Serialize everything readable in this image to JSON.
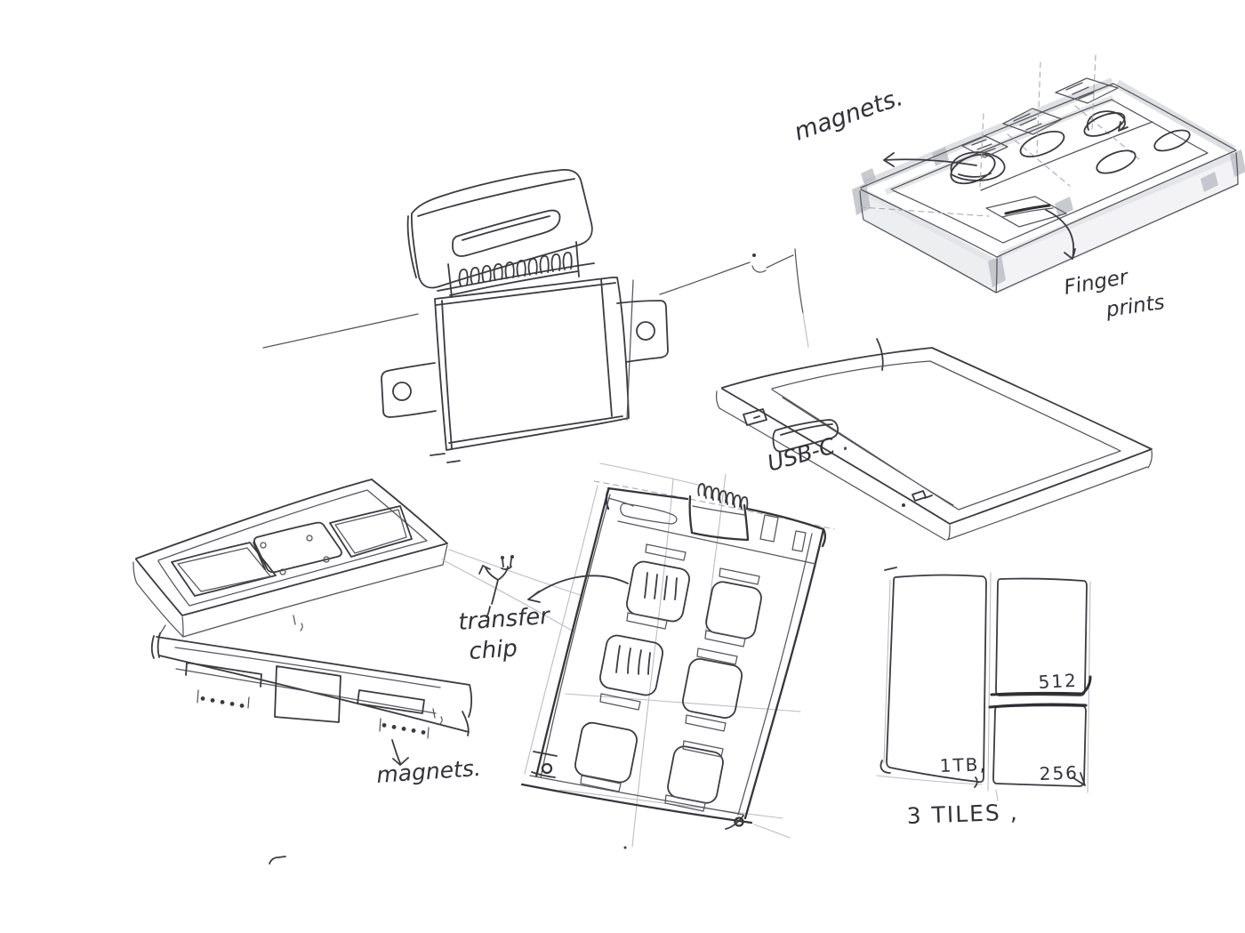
{
  "colors": {
    "background": "#ffffff",
    "pencil_ink": "#3b3b41",
    "light_pencil": "#bcbdc4",
    "marker_gray": "#d9dade",
    "marker_dark_gray": "#b7b8c0"
  },
  "annotations": {
    "magnets_top": "magnets.",
    "finger_prints_line1": "Finger",
    "finger_prints_line2": "prints",
    "usb_c": "USB-C .",
    "transfer_chip_line1": "transfer",
    "transfer_chip_line2": "chip",
    "magnets_bottom": "magnets."
  },
  "tiles": {
    "left_label": "1TB,",
    "top_right_label": "512",
    "bottom_right_label": "256",
    "caption": "3 TILES ,"
  }
}
